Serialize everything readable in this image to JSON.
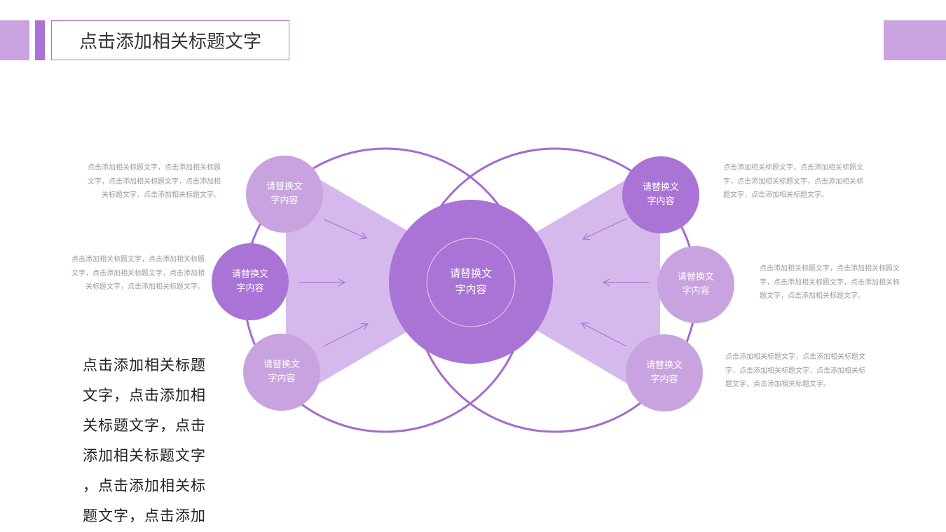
{
  "title": "点击添加相关标题文字",
  "colors": {
    "accent_light": "#c8a3e0",
    "accent_dark": "#a974d6",
    "ring": "#a56bcc",
    "funnel": "#d5b9ec"
  },
  "center": {
    "line1": "请替换文",
    "line2": "字内容"
  },
  "nodes": [
    {
      "id": "left-top",
      "line1": "请替换文",
      "line2": "字内容",
      "shade": "light"
    },
    {
      "id": "left-middle",
      "line1": "请替换文",
      "line2": "字内容",
      "shade": "dark"
    },
    {
      "id": "left-bottom",
      "line1": "请替换文",
      "line2": "字内容",
      "shade": "light"
    },
    {
      "id": "right-top",
      "line1": "请替换文",
      "line2": "字内容",
      "shade": "dark"
    },
    {
      "id": "right-middle",
      "line1": "请替换文",
      "line2": "字内容",
      "shade": "light"
    },
    {
      "id": "right-bottom",
      "line1": "请替换文",
      "line2": "字内容",
      "shade": "light"
    }
  ],
  "descriptions": {
    "left_top": [
      "点击添加相关标题文字，点击添加相关标题",
      "文字，点击添加相关标题文字，点击添加相",
      "关标题文字，点击添加相关标题文字。"
    ],
    "left_middle": [
      "点击添加相关标题文字，点击添加相关标题",
      "文字，点击添加相关标题文字，点击添加相",
      "关标题文字，点击添加相关标题文字。"
    ],
    "right_top": [
      "点击添加相关标题文字，点击添加相关标题文",
      "字，点击添加相关标题文字，点击添加相关标",
      "题文字，点击添加相关标题文字。"
    ],
    "right_middle": [
      "点击添加相关标题文字，点击添加相关标题文",
      "字，点击添加相关标题文字，点击添加相关标",
      "题文字，点击添加相关标题文字。"
    ],
    "right_bottom": [
      "点击添加相关标题文字，点击添加相关标题文",
      "字，点击添加相关标题文字，点击添加相关标",
      "题文字，点击添加相关标题文字。"
    ]
  },
  "main_text": [
    "点击添加相关标题",
    "文字，点击添加相",
    "关标题文字，点击",
    "添加相关标题文字",
    "，点击添加相关标",
    "题文字，点击添加"
  ]
}
